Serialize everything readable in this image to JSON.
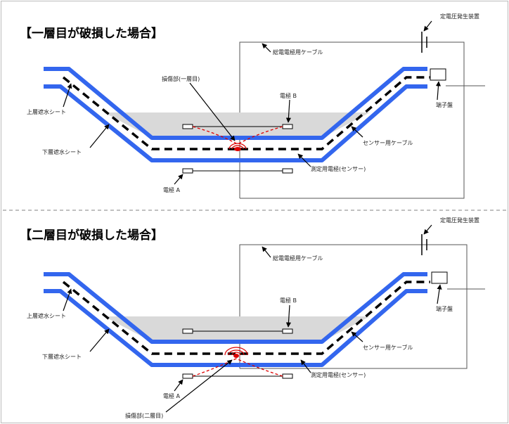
{
  "colors": {
    "sheet": "#3366ee",
    "water": "#d9d9d9",
    "cable": "#000000",
    "damage": "#dd0000",
    "frame": "#555555",
    "divider": "#9a9a9a"
  },
  "panels": [
    {
      "title": "【一層目が破損した場合】",
      "labels": {
        "power_supply": "定電圧発生装置",
        "total_cable": "総電電極用ケーブル",
        "damage": "損傷部(一層目)",
        "electrode_b": "電極 B",
        "terminal": "端子盤",
        "upper_sheet": "上層遮水シート",
        "lower_sheet": "下層遮水シート",
        "sensor_cable": "センサー用ケーブル",
        "measure_electrode": "測定用電極(センサー)",
        "electrode_a": "電極 A"
      }
    },
    {
      "title": "【二層目が破損した場合】",
      "labels": {
        "power_supply": "定電圧発生装置",
        "total_cable": "総電電極用ケーブル",
        "damage": "損傷部(二層目)",
        "electrode_b": "電極 B",
        "terminal": "端子盤",
        "upper_sheet": "上層遮水シート",
        "lower_sheet": "下層遮水シート",
        "sensor_cable": "センサー用ケーブル",
        "measure_electrode": "測定用電極(センサー)",
        "electrode_a": "電極 A"
      }
    }
  ]
}
